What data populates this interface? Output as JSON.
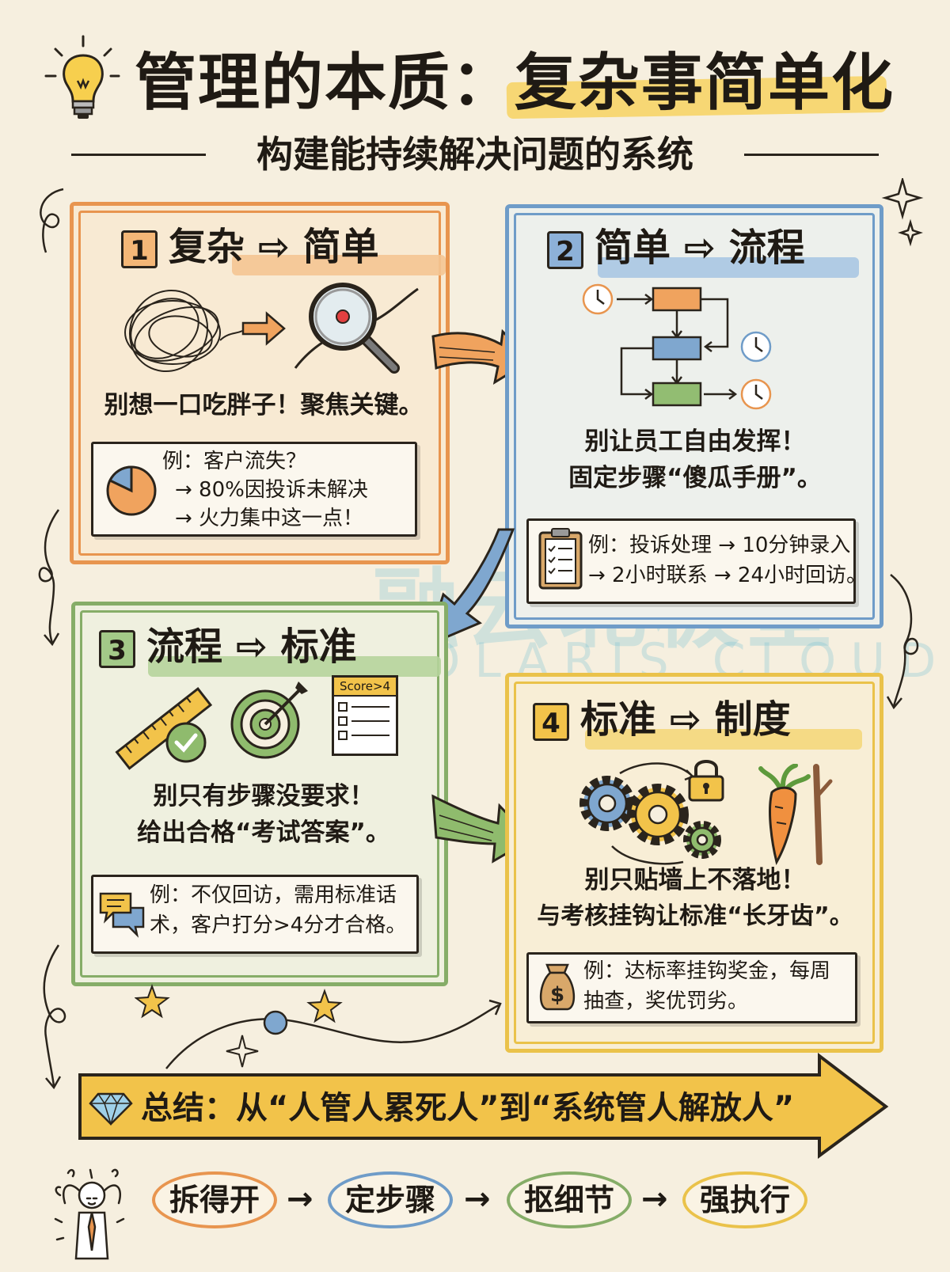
{
  "title": "管理的本质：复杂事简单化",
  "subtitle": "构建能持续解决问题的系统",
  "colors": {
    "orange": "#e8954f",
    "blue": "#6f9cc8",
    "green": "#86ad68",
    "yellow": "#eac24a",
    "background": "#f6efdf"
  },
  "steps": [
    {
      "number": "1",
      "heading": "复杂 ⇨ 简单",
      "icons": [
        "tangled-scribble-icon",
        "arrow-icon",
        "magnifier-icon"
      ],
      "text": "别想一口吃胖子！聚焦关键。",
      "example_lines": [
        "例：客户流失？",
        "→ 80%因投诉未解决",
        "→ 火力集中这一点！"
      ],
      "example_icon": "pie-chart-icon"
    },
    {
      "number": "2",
      "heading": "简单 ⇨ 流程",
      "icons": [
        "clock-icon",
        "flowchart-icon"
      ],
      "text_lines": [
        "别让员工自由发挥！",
        "固定步骤“傻瓜手册”。"
      ],
      "example_lines": [
        "例：投诉处理 → 10分钟录入",
        "→ 2小时联系 → 24小时回访。"
      ],
      "example_icon": "clipboard-checklist-icon"
    },
    {
      "number": "3",
      "heading": "流程 ⇨ 标准",
      "icons": [
        "ruler-icon",
        "check-icon",
        "target-icon",
        "scorecard-icon"
      ],
      "scorecard_label": "Score>4",
      "text_lines": [
        "别只有步骤没要求！",
        "给出合格“考试答案”。"
      ],
      "example_lines": [
        "例：不仅回访，需用标准话",
        "术，客户打分>4分才合格。"
      ],
      "example_icon": "chat-bubbles-icon"
    },
    {
      "number": "4",
      "heading": "标准 ⇨ 制度",
      "icons": [
        "gears-icon",
        "padlock-icon",
        "carrot-icon",
        "stick-icon"
      ],
      "text_lines": [
        "别只贴墙上不落地！",
        "与考核挂钩让标准“长牙齿”。"
      ],
      "example_lines": [
        "例：达标率挂钩奖金，每周",
        "抽查，奖优罚劣。"
      ],
      "example_icon": "money-bag-icon"
    }
  ],
  "summary": {
    "icon": "diamond-icon",
    "text": "总结：从“人管人累死人”到“系统管人解放人”"
  },
  "chain": [
    "拆得开",
    "定步骤",
    "抠细节",
    "强执行"
  ],
  "chain_arrow": "→",
  "watermark": {
    "cn": "融云北极星",
    "en": "POLARIS CLOUD"
  }
}
